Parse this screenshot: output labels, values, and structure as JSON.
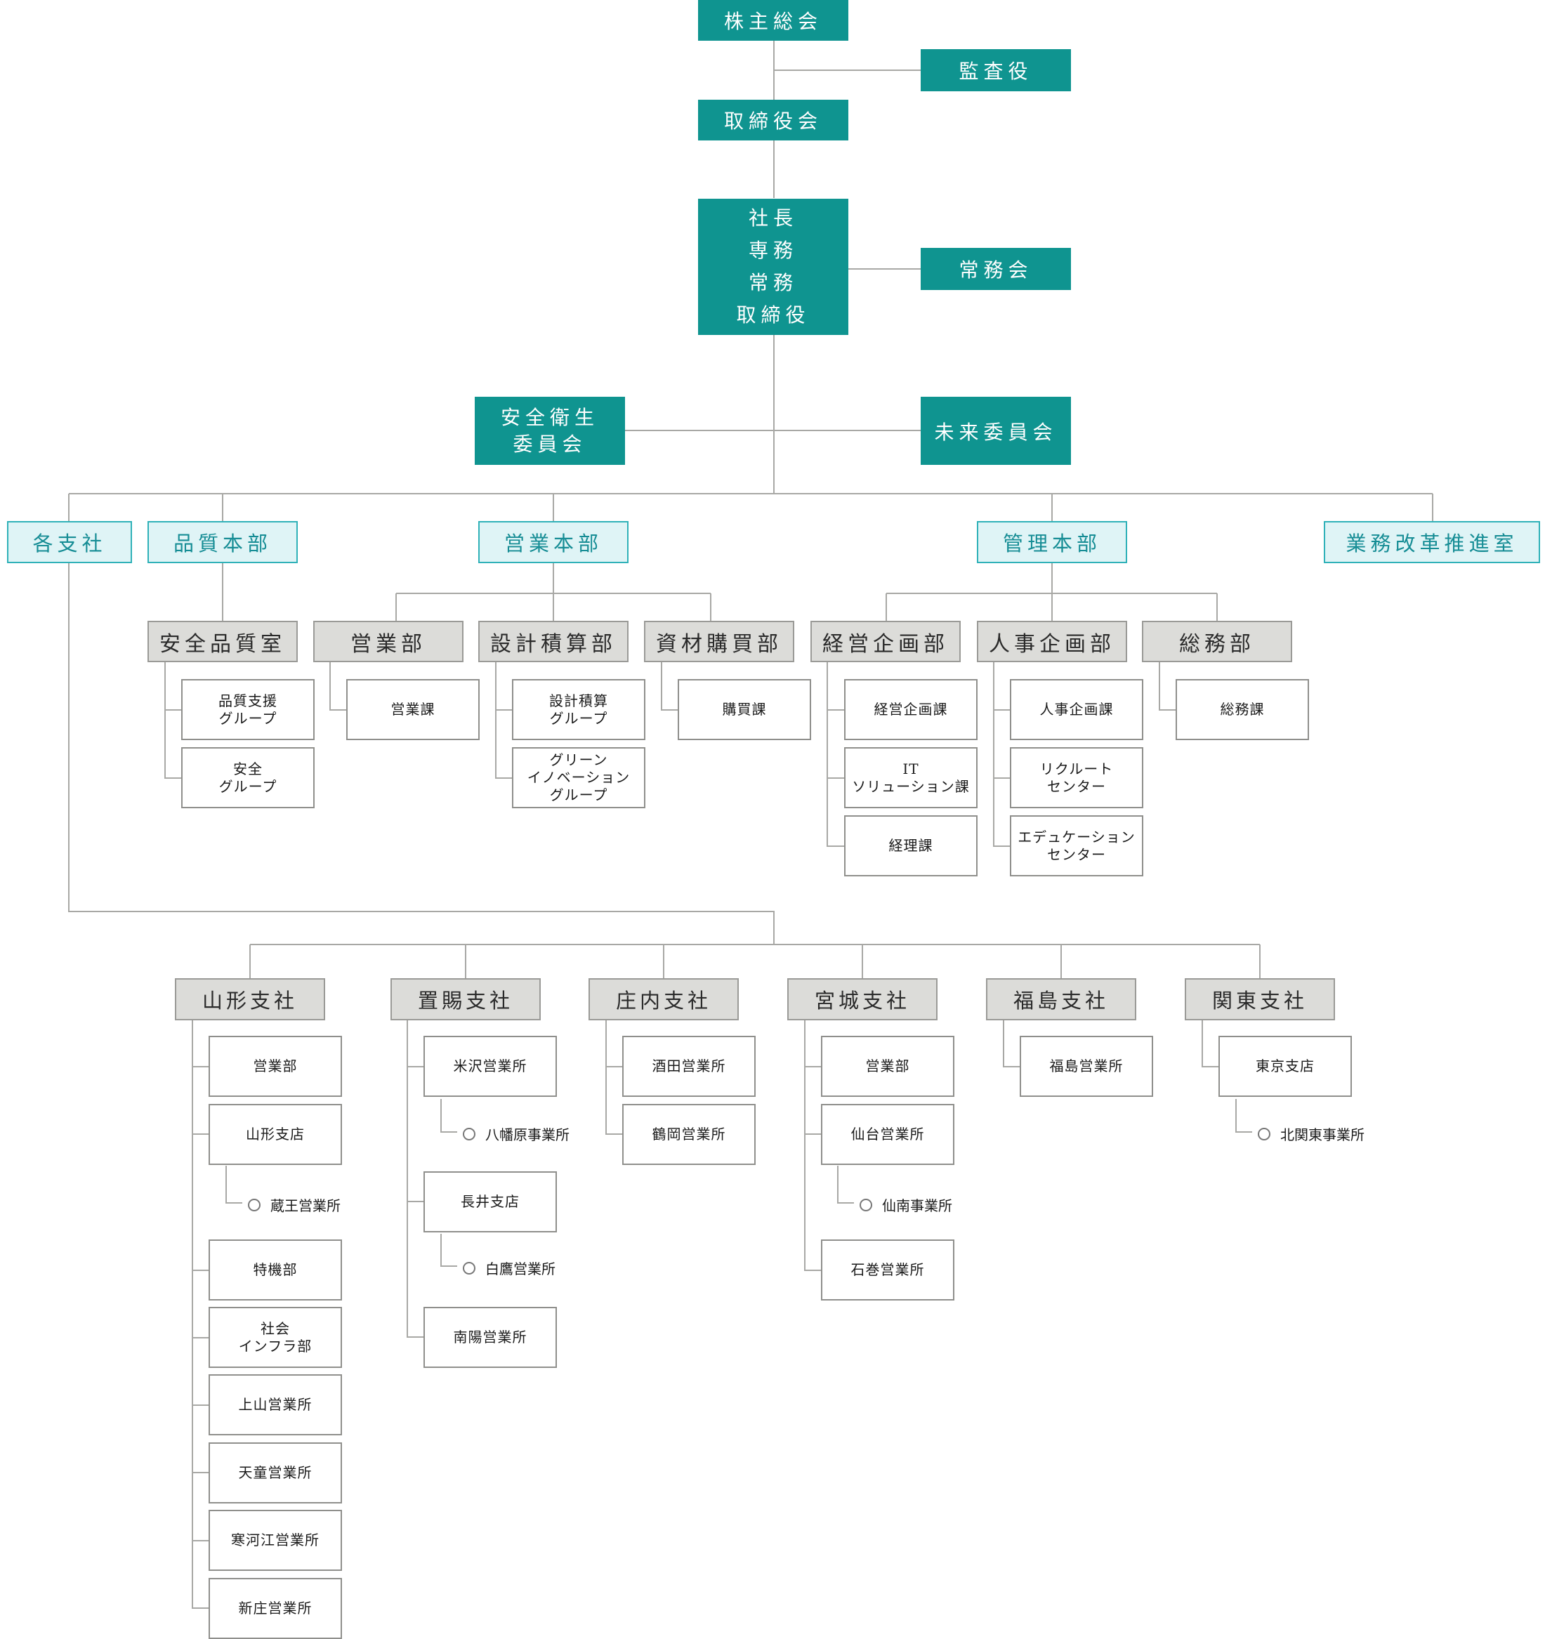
{
  "exec": {
    "shareholders": "株主総会",
    "auditor": "監査役",
    "board": "取締役会",
    "officers": [
      "社長",
      "専務",
      "常務",
      "取締役"
    ],
    "managing_committee": "常務会",
    "safety_committee": [
      "安全衛生",
      "委員会"
    ],
    "future_committee": "未来委員会"
  },
  "hq": {
    "branches": "各支社",
    "quality": "品質本部",
    "sales": "営業本部",
    "admin": "管理本部",
    "reform": "業務改革推進室"
  },
  "depts": {
    "safety_quality": "安全品質室",
    "sales": "営業部",
    "design": "設計積算部",
    "procurement": "資材購買部",
    "planning": "経営企画部",
    "hr": "人事企画部",
    "general": "総務部"
  },
  "units": {
    "quality_support": [
      "品質支援",
      "グループ"
    ],
    "safety_group": [
      "安全",
      "グループ"
    ],
    "sales_section": [
      "営業課"
    ],
    "design_group": [
      "設計積算",
      "グループ"
    ],
    "green_group": [
      "グリーン",
      "イノベーション",
      "グループ"
    ],
    "purchasing": [
      "購買課"
    ],
    "planning_section": [
      "経営企画課"
    ],
    "it_section": [
      "IT",
      "ソリューション課"
    ],
    "accounting": [
      "経理課"
    ],
    "hr_section": [
      "人事企画課"
    ],
    "recruit": [
      "リクルート",
      "センター"
    ],
    "education": [
      "エデュケーション",
      "センター"
    ],
    "general_section": [
      "総務課"
    ]
  },
  "branches": {
    "yamagata": {
      "name": "山形支社",
      "items": [
        "営業部",
        "山形支店",
        "特機部",
        [
          "社会",
          "インフラ部"
        ],
        "上山営業所",
        "天童営業所",
        "寒河江営業所",
        "新庄営業所"
      ],
      "sub": "蔵王営業所"
    },
    "okitama": {
      "name": "置賜支社",
      "items": [
        "米沢営業所",
        "長井支店",
        "南陽営業所"
      ],
      "subs": [
        "八幡原事業所",
        "白鷹営業所"
      ]
    },
    "shonai": {
      "name": "庄内支社",
      "items": [
        "酒田営業所",
        "鶴岡営業所"
      ]
    },
    "miyagi": {
      "name": "宮城支社",
      "items": [
        "営業部",
        "仙台営業所",
        "石巻営業所"
      ],
      "sub": "仙南事業所"
    },
    "fukushima": {
      "name": "福島支社",
      "items": [
        "福島営業所"
      ]
    },
    "kanto": {
      "name": "関東支社",
      "items": [
        "東京支店"
      ],
      "sub": "北関東事業所"
    }
  },
  "colors": {
    "exec_fill": "#0f9490",
    "hq_fill": "#dff4f6",
    "hq_border": "#2fb1b8",
    "dept_fill": "#dcdcd9",
    "line": "#a8a8a5"
  }
}
